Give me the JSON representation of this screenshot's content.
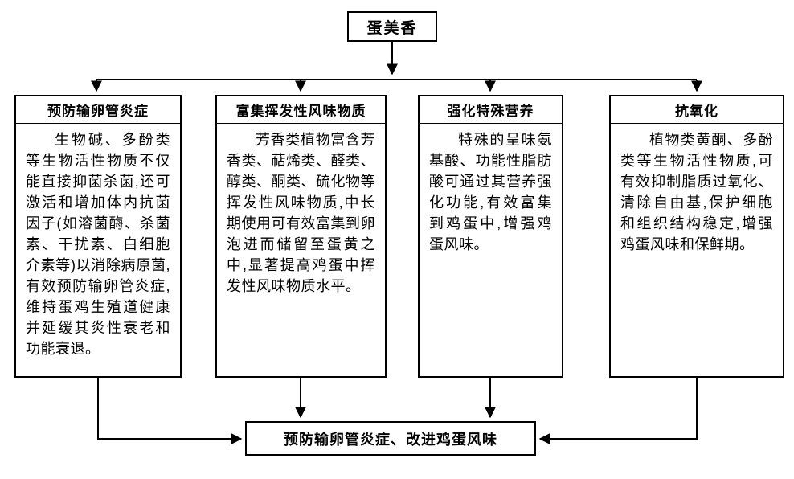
{
  "diagram": {
    "root": {
      "label": "蛋美香"
    },
    "branches": [
      {
        "title": "预防输卵管炎症",
        "body": "生物碱、多酚类等生物活性物质不仅能直接抑菌杀菌,还可激活和增加体内抗菌因子(如溶菌酶、杀菌素、干扰素、白细胞介素等)以消除病原菌,有效预防输卵管炎症,维持蛋鸡生殖道健康并延缓其炎性衰老和功能衰退。"
      },
      {
        "title": "富集挥发性风味物质",
        "body": "芳香类植物富含芳香类、萜烯类、醛类、醇类、酮类、硫化物等挥发性风味物质,中长期使用可有效富集到卵泡进而储留至蛋黄之中,显著提高鸡蛋中挥发性风味物质水平。"
      },
      {
        "title": "强化特殊营养",
        "body": "特殊的呈味氨基酸、功能性脂肪酸可通过其营养强化功能,有效富集到鸡蛋中,增强鸡蛋风味。"
      },
      {
        "title": "抗氧化",
        "body": "植物类黄酮、多酚类等生物活性物质,可有效抑制脂质过氧化、清除自由基,保护细胞和组织结构稳定,增强鸡蛋风味和保鲜期。"
      }
    ],
    "outcome": {
      "label": "预防输卵管炎症、改进鸡蛋风味"
    },
    "colors": {
      "line": "#000000",
      "background": "#ffffff",
      "text": "#000000"
    }
  }
}
